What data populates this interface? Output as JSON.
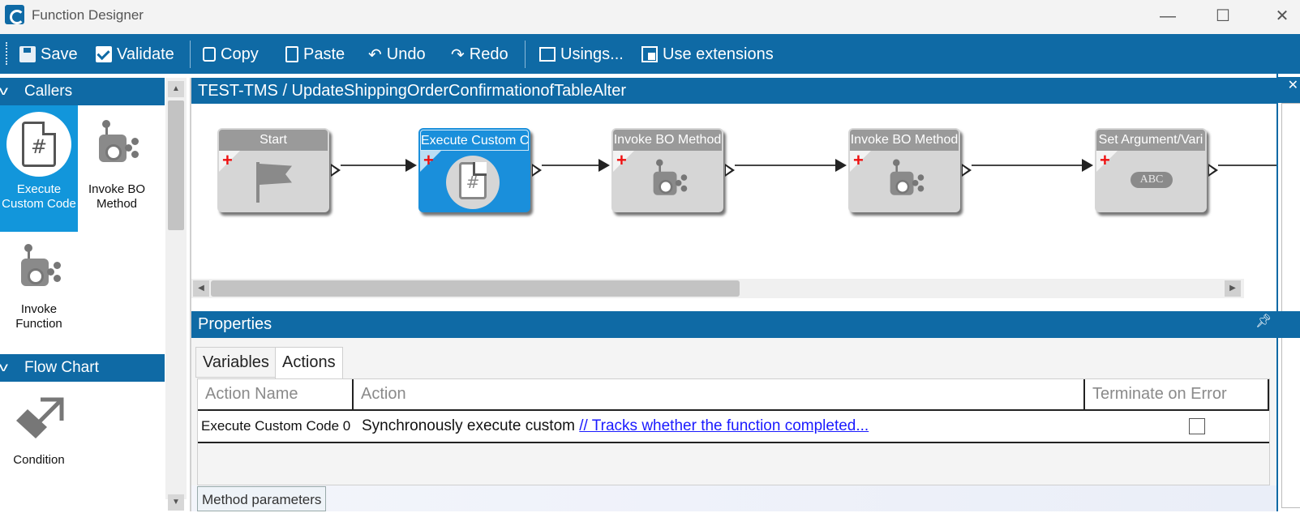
{
  "window": {
    "title": "Function Designer",
    "minimize": "—",
    "maximize": "☐",
    "close": "✕"
  },
  "toolbar": {
    "save": "Save",
    "validate": "Validate",
    "copy": "Copy",
    "paste": "Paste",
    "undo": "Undo",
    "redo": "Redo",
    "usings": "Usings...",
    "use_extensions": "Use extensions"
  },
  "toolbox": {
    "callers_header": "Callers",
    "flowchart_header": "Flow Chart",
    "items": [
      {
        "label": "Execute Custom Code",
        "icon": "custom-code-icon"
      },
      {
        "label": "Invoke BO Method",
        "icon": "bo-method-icon"
      },
      {
        "label": "Invoke Function",
        "icon": "function-icon"
      },
      {
        "label": "Condition",
        "icon": "condition-icon"
      }
    ]
  },
  "designer": {
    "breadcrumb": "TEST-TMS / UpdateShippingOrderConfirmationofTableAlter",
    "activities": [
      {
        "title": "Start",
        "icon": "flag-icon"
      },
      {
        "title": "Execute Custom Co",
        "icon": "custom-code-icon",
        "selected": true
      },
      {
        "title": "Invoke BO Method",
        "icon": "bo-method-icon"
      },
      {
        "title": "Invoke BO Method",
        "icon": "bo-method-icon"
      },
      {
        "title": "Set Argument/Vari",
        "icon": "abc-icon",
        "badge": "ABC"
      }
    ]
  },
  "properties": {
    "header": "Properties",
    "tabs": [
      {
        "label": "Variables",
        "active": false
      },
      {
        "label": "Actions",
        "active": true
      }
    ],
    "columns": [
      "Action Name",
      "Action",
      "Terminate on Error"
    ],
    "rows": [
      {
        "action_name": "Execute Custom Code 0",
        "action_text": "Synchronously execute custom",
        "action_link": "// Tracks whether the function completed...",
        "terminate_on_error": false
      }
    ],
    "method_parameters_tab": "Method parameters"
  },
  "colors": {
    "accent": "#0f6aa5",
    "selected": "#1a8fdb",
    "link": "#1a1aff"
  }
}
